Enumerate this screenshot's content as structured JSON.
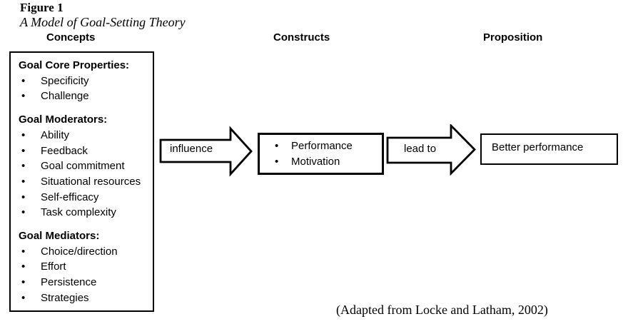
{
  "title": {
    "figure_label": "Figure 1",
    "figure_title": "A Model of Goal-Setting Theory"
  },
  "column_headers": {
    "concepts": "Concepts",
    "constructs": "Constructs",
    "proposition": "Proposition"
  },
  "concepts_box": {
    "sections": [
      {
        "heading": "Goal Core Properties:",
        "items": [
          "Specificity",
          "Challenge"
        ]
      },
      {
        "heading": "Goal Moderators:",
        "items": [
          "Ability",
          "Feedback",
          "Goal commitment",
          "Situational resources",
          "Self-efficacy",
          "Task complexity"
        ]
      },
      {
        "heading": "Goal Mediators:",
        "items": [
          "Choice/direction",
          "Effort",
          "Persistence",
          "Strategies"
        ]
      }
    ]
  },
  "arrows": {
    "influence_label": "influence",
    "lead_to_label": "lead to"
  },
  "constructs_box": {
    "items": [
      "Performance",
      "Motivation"
    ]
  },
  "proposition_box": {
    "label": "Better performance"
  },
  "caption": "(Adapted from Locke and Latham, 2002)",
  "glyphs": {
    "bullet": "•"
  },
  "colors": {
    "ink": "#000000",
    "background": "#ffffff"
  }
}
